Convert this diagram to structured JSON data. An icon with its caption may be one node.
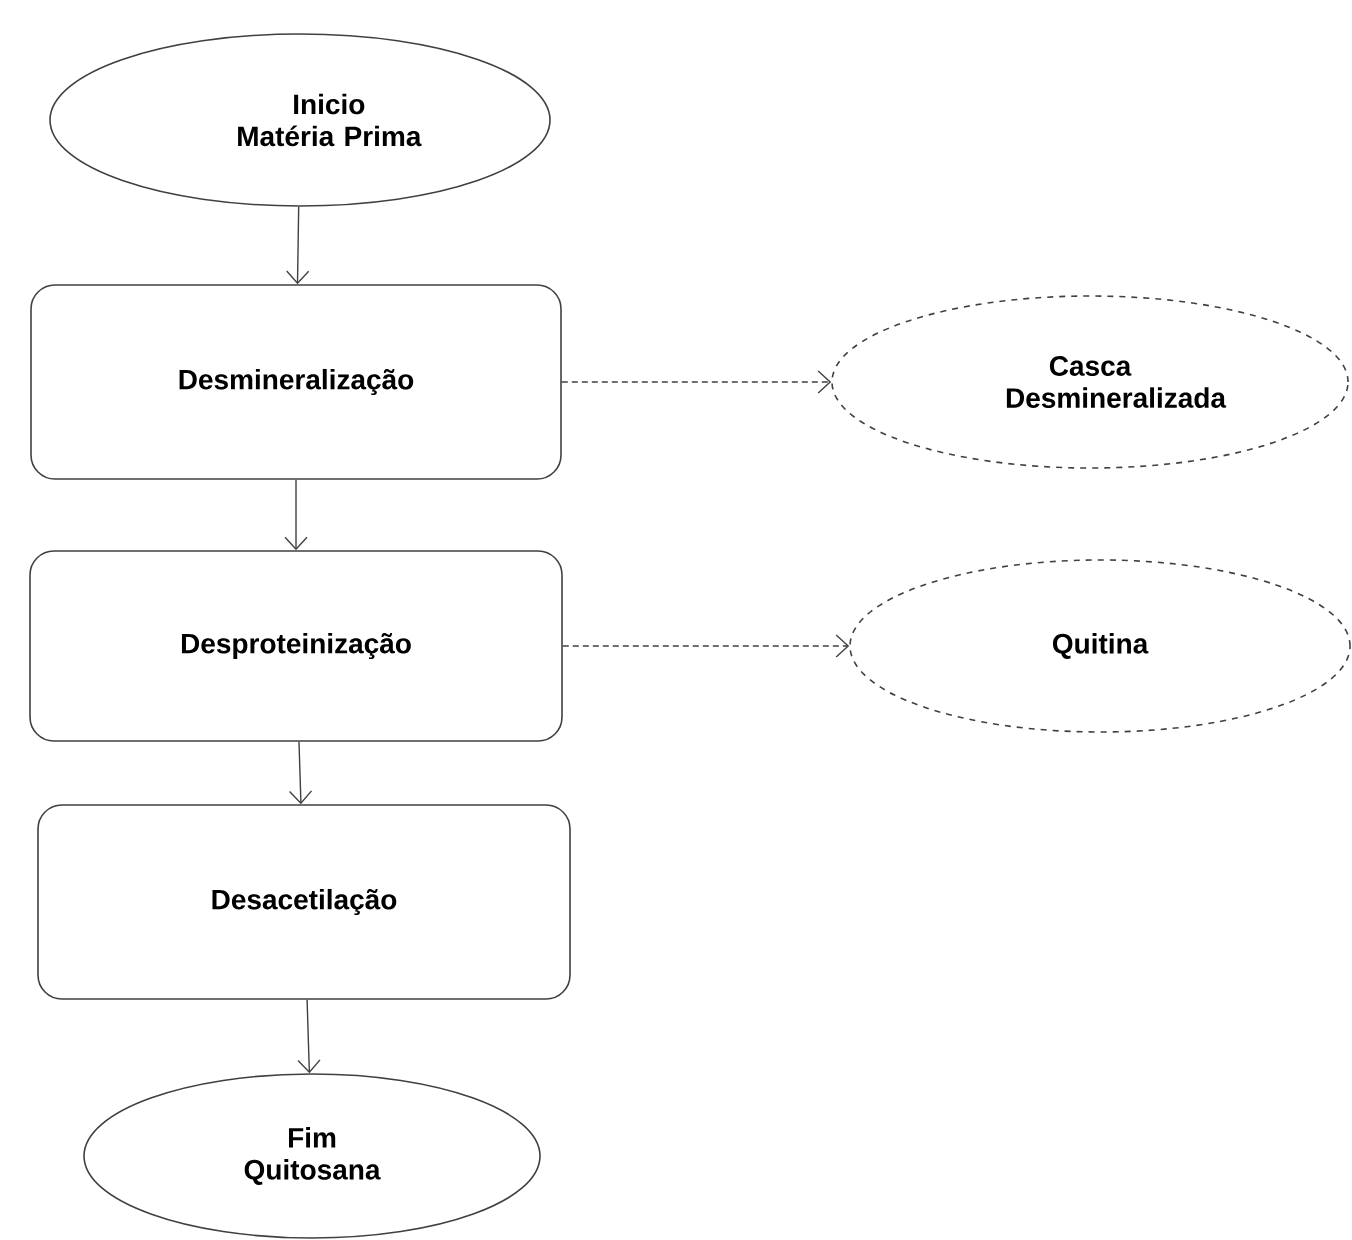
{
  "diagram": {
    "nodes": [
      {
        "text": [
          "Inicio Matéria Prima"
        ]
      },
      {
        "text": [
          "Desmineralização"
        ]
      },
      {
        "text": [
          "Casca Desmineralizada"
        ]
      },
      {
        "text": [
          "Desproteinização"
        ]
      },
      {
        "text": [
          "Quitina"
        ]
      },
      {
        "text": [
          "Desacetilação"
        ]
      },
      {
        "text": [
          "Fim Quitosana"
        ]
      }
    ],
    "edges": [
      {
        "from": 0,
        "to": 1,
        "arrow": "to"
      },
      {
        "from": 1,
        "to": 2,
        "arrow": "to",
        "style": "dashed"
      },
      {
        "from": 1,
        "to": 3,
        "arrow": "to"
      },
      {
        "from": 3,
        "to": 4,
        "arrow": "to",
        "style": "dashed"
      },
      {
        "from": 3,
        "to": 5,
        "arrow": "to"
      },
      {
        "from": 5,
        "to": 6,
        "arrow": "to"
      }
    ]
  }
}
